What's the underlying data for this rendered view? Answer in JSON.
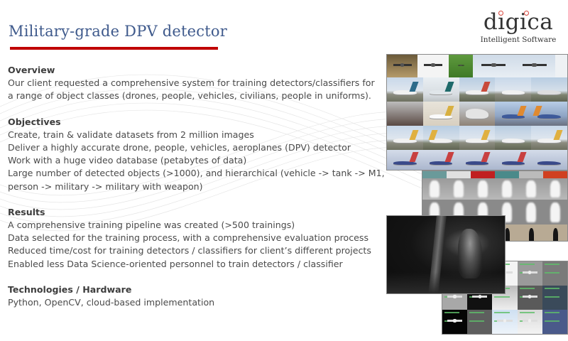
{
  "slide": {
    "title": "Military-grade DPV detector",
    "accent_color": "#c00000",
    "title_color": "#3f5a8c"
  },
  "logo": {
    "word": "digica",
    "tagline": "Intelligent Software",
    "dot_color": "#d9453b"
  },
  "sections": [
    {
      "heading": "Overview",
      "lines": [
        "Our client requested a comprehensive system for training detectors/classifiers for",
        "a range of object classes (drones, people, vehicles, civilians, people in uniforms)."
      ]
    },
    {
      "heading": "Objectives",
      "lines": [
        "Create, train & validate datasets from 2 million images",
        "Deliver a highly accurate drone, people, vehicles, aeroplanes (DPV) detector",
        "Work with a huge video database (petabytes of data)",
        "Large number of detected objects (>1000), and hierarchical (vehicle -> tank -> M1,",
        "person -> military -> military with weapon)"
      ]
    },
    {
      "heading": "Results",
      "lines": [
        "A comprehensive training pipeline was created (>500 trainings)",
        "Data selected for the training process, with a comprehensive evaluation process",
        "Reduced time/cost for training detectors / classifiers for client’s different projects",
        "Enabled less Data Science-oriented personnel to train detectors / classifier"
      ]
    },
    {
      "heading": "Technologies / Hardware",
      "lines": [
        "Python, OpenCV, cloud-based implementation"
      ]
    }
  ],
  "images": {
    "airport_collage": "drone-and-aeroplane-image-collage",
    "thermal_collage": "thermal-people-image-collage",
    "night_image": "night-vision-soldier-image",
    "drone_detections": "drone-detection-results-grid"
  }
}
